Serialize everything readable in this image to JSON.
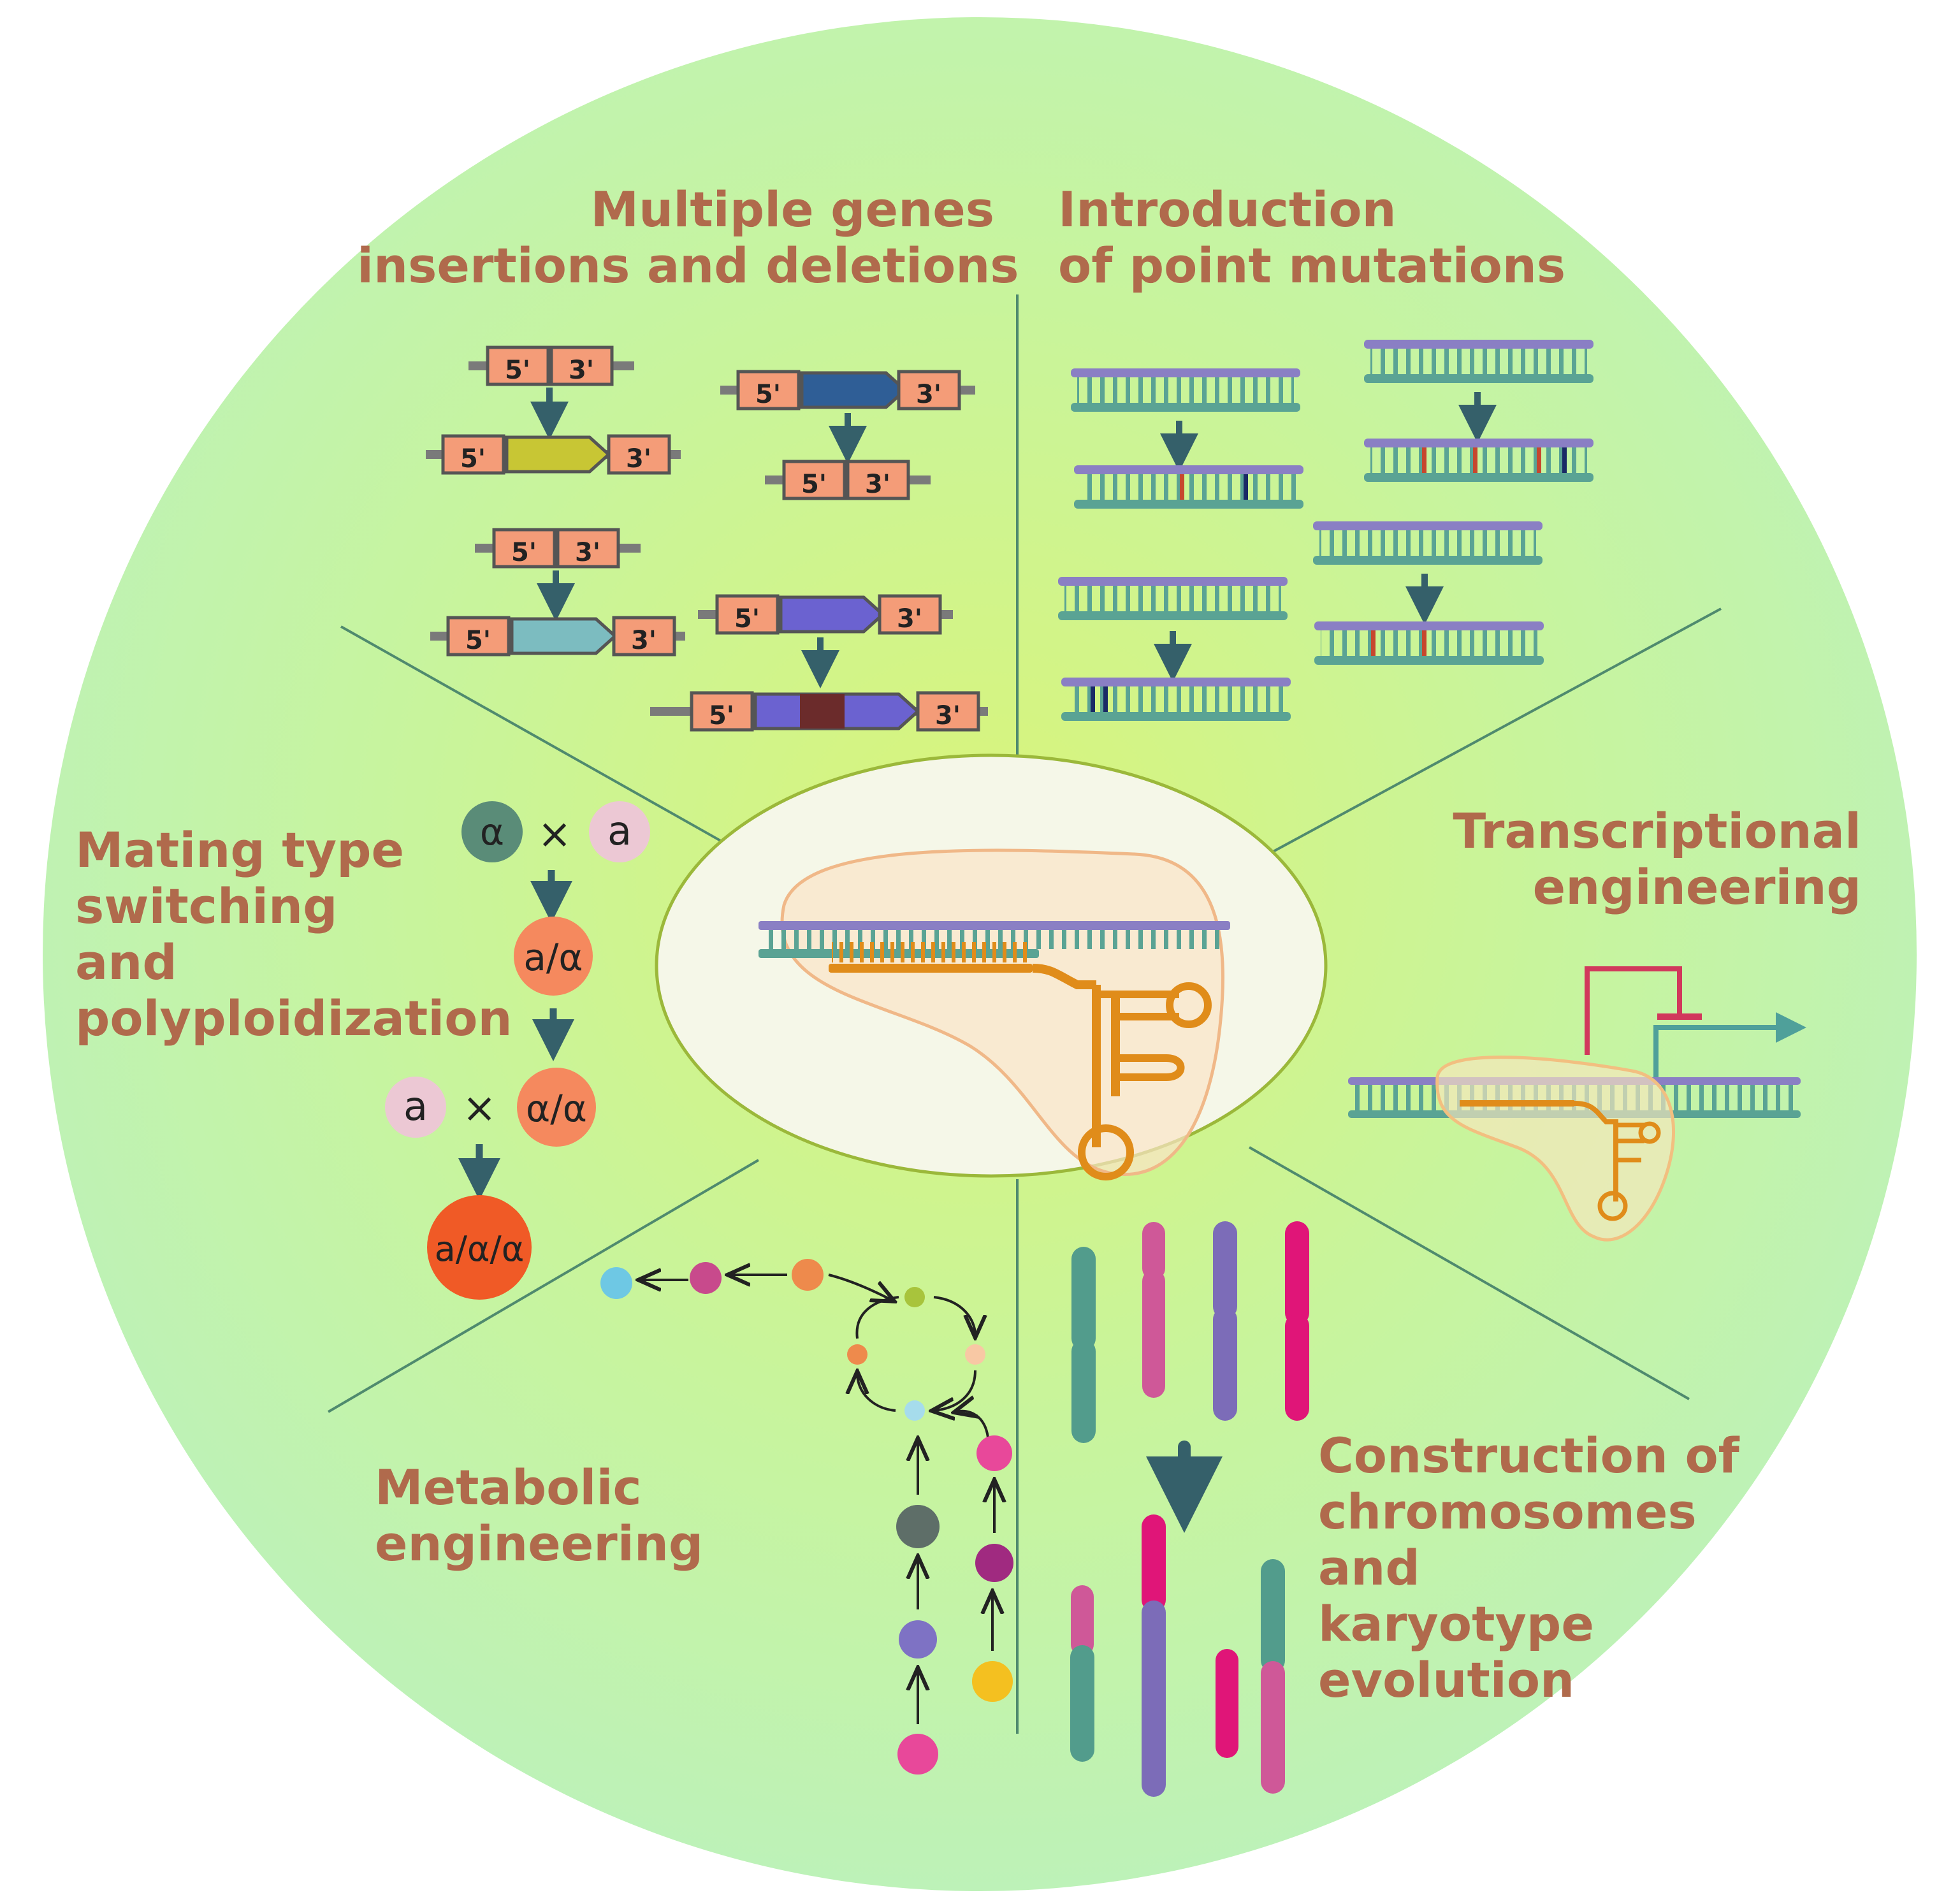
{
  "sections": {
    "multiple_genes": {
      "lines": [
        "Multiple genes",
        "insertions and deletions"
      ]
    },
    "point_mutations": {
      "lines": [
        "Introduction",
        "of point mutations"
      ]
    },
    "mating": {
      "lines": [
        "Mating type",
        "switching",
        "and",
        "polyploidization"
      ]
    },
    "transcriptional": {
      "lines": [
        "Transcriptional",
        "engineering"
      ]
    },
    "metabolic": {
      "lines": [
        "Metabolic",
        "engineering"
      ]
    },
    "chromosomes": {
      "lines": [
        "Construction of",
        "chromosomes",
        "and",
        "karyotype",
        "evolution"
      ]
    }
  },
  "gene_labels": {
    "five_prime": "5'",
    "three_prime": "3'"
  },
  "mating_cells": {
    "alpha": "α",
    "a": "a",
    "cross": "×",
    "diploid": "a/α",
    "alpha_diploid": "α/α",
    "triploid": "a/α/α"
  },
  "colors": {
    "background_disc": "#c6f3ae",
    "center_glow": "#d8f582",
    "title_text": "#b06a4c",
    "dna_top": "#8a7fc4",
    "dna_bottom": "#5aa394",
    "guide_rna": "#e08c1a",
    "arrow": "#35606a",
    "repressor": "#d1385c"
  }
}
